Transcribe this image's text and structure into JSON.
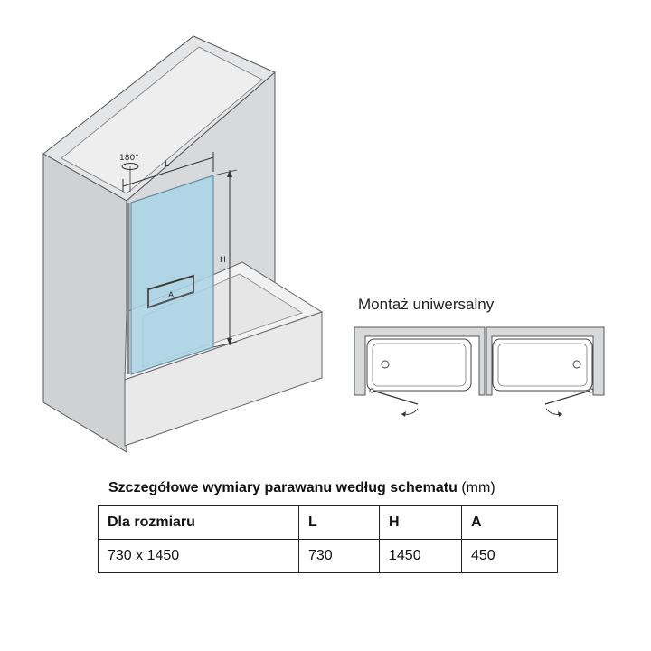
{
  "diagram": {
    "rotation_label": "180°",
    "dim_L": "L",
    "dim_H": "H",
    "dim_A": "A"
  },
  "mounting": {
    "title": "Montaż uniwersalny"
  },
  "spec": {
    "heading": "Szczegółowe wymiary parawanu według schematu",
    "unit": "(mm)",
    "headers": [
      "Dla rozmiaru",
      "L",
      "H",
      "A"
    ],
    "rows": [
      [
        "730 x 1450",
        "730",
        "1450",
        "450"
      ]
    ]
  },
  "colors": {
    "wall": "#d9dadc",
    "wall_dark": "#c6c7c9",
    "glass": "#a9d3e6",
    "tub": "#ececec"
  }
}
